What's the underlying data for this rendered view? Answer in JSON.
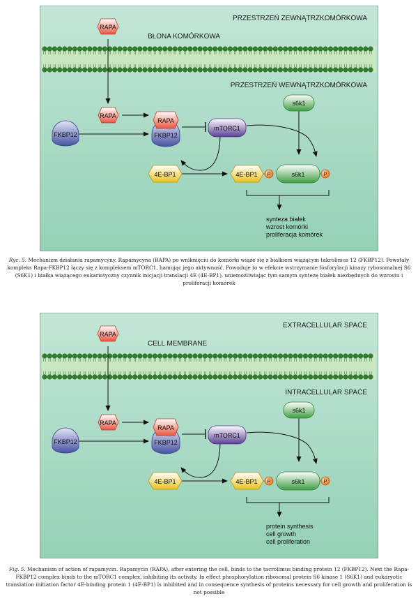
{
  "colors": {
    "panel_top": "#c3e6d6",
    "panel_bottom": "#94d0b7",
    "membrane_head": "#2e7d32",
    "rapa_fill": "#e8553f",
    "fkbp_fill": "#5a66b0",
    "mtorc_fill": "#6a4fa3",
    "s6k1_fill": "#4caf50",
    "bp1_fill": "#f2d230",
    "p_fill": "#f0862a"
  },
  "panels": [
    {
      "extracellular": "PRZESTRZEŃ ZEWNĄTRZKOMÓRKOWA",
      "membrane": "BŁONA KOMÓRKOWA",
      "intracellular": "PRZESTRZEŃ WEWNĄTRZKOMÓRKOWA",
      "rapa": "RAPA",
      "fkbp12": "FKBP12",
      "mtorc1": "mTORC1",
      "s6k1": "s6k1",
      "bp1": "4E-BP1",
      "p": "P",
      "outcome_1": "synteza białek",
      "outcome_2": "wzrost komórki",
      "outcome_3": "proliferacja komórek"
    },
    {
      "extracellular": "EXTRACELLULAR SPACE",
      "membrane": "CELL MEMBRANE",
      "intracellular": "INTRACELLULAR SPACE",
      "rapa": "RAPA",
      "fkbp12": "FKBP12",
      "mtorc1": "mTORC1",
      "s6k1": "s6k1",
      "bp1": "4E-BP1",
      "p": "P",
      "outcome_1": "protein synthesis",
      "outcome_2": "cell growth",
      "outcome_3": "cell proliferation"
    }
  ],
  "captions": {
    "pl_label": "Ryc. 5.",
    "pl_text": "Mechanizm działania rapamycyny. Rapamycyna (RAPA) po wniknięciu do komórki wiąże się z białkiem wiążącym takrolimus 12 (FKBP12). Powstały kompleks Rapa-FKBP12 łączy się z kompleksem mTORC1, hamując jego aktywność. Powoduje to w efekcie wstrzymanie fosforylacji kinazy rybosomalnej S6 (S6K1) i białka wiążącego eukariotyczny czynnik inicjacji translacji 4E (4E-BP1), uniemożliwiając tym samym syntezę białek niezbędnych do wzrostu i proliferacji komórek",
    "en_label": "Fig. 5.",
    "en_text": "Mechanism of action of rapamycin. Rapamycin (RAPA), after entering the cell, binds to the tacrolimus binding protein 12 (FKBP12). Next the Rapa-FKBP12 complex binds to the mTORC1 complex, inhibiting its activity. In effect phosphorylation ribosomal protein S6 kinase 1 (S6K1) and eukaryotic translation initiation factor 4E-binding protein 1 (4E-BP1) is inhibited and in consequence synthesis of proteins necessary for cell growth and proliferation is not possible"
  }
}
